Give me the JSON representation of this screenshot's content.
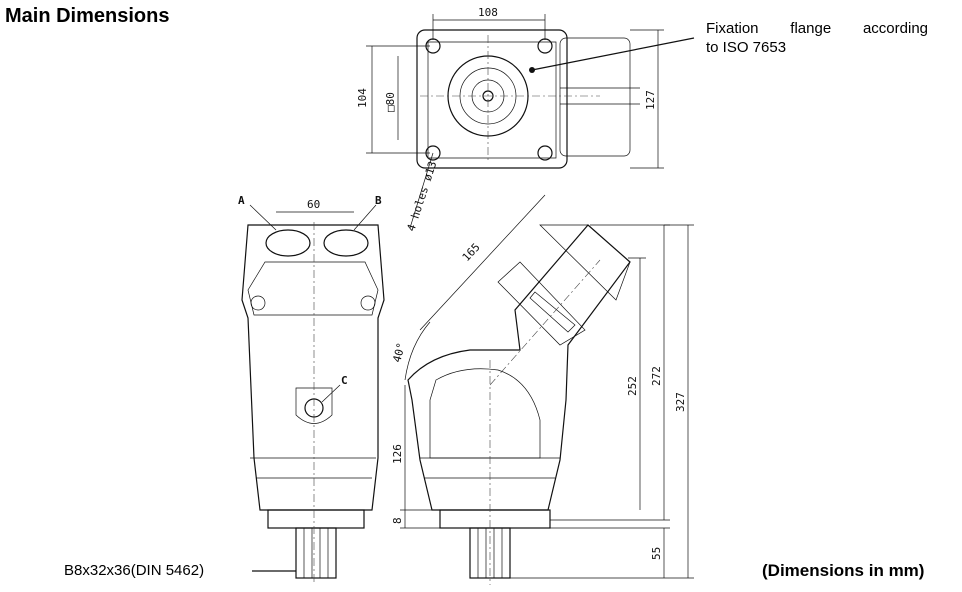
{
  "title": "Main Dimensions",
  "callouts": {
    "flange_line1": "Fixation flange according",
    "flange_line2": "to ISO 7653",
    "shaft": "B8x32x36(DIN 5462)",
    "units": "(Dimensions in mm)"
  },
  "dimensions": {
    "top_width": "108",
    "top_height_left": "104",
    "top_square": "□80",
    "top_height_right": "127",
    "holes": "4 holes ø13",
    "ports_spacing": "60",
    "port_a": "A",
    "port_b": "B",
    "port_c": "C",
    "housing_length": "165",
    "angle": "40°",
    "height_126": "126",
    "height_8": "8",
    "height_252": "252",
    "height_272": "272",
    "height_327": "327",
    "height_55": "55"
  }
}
